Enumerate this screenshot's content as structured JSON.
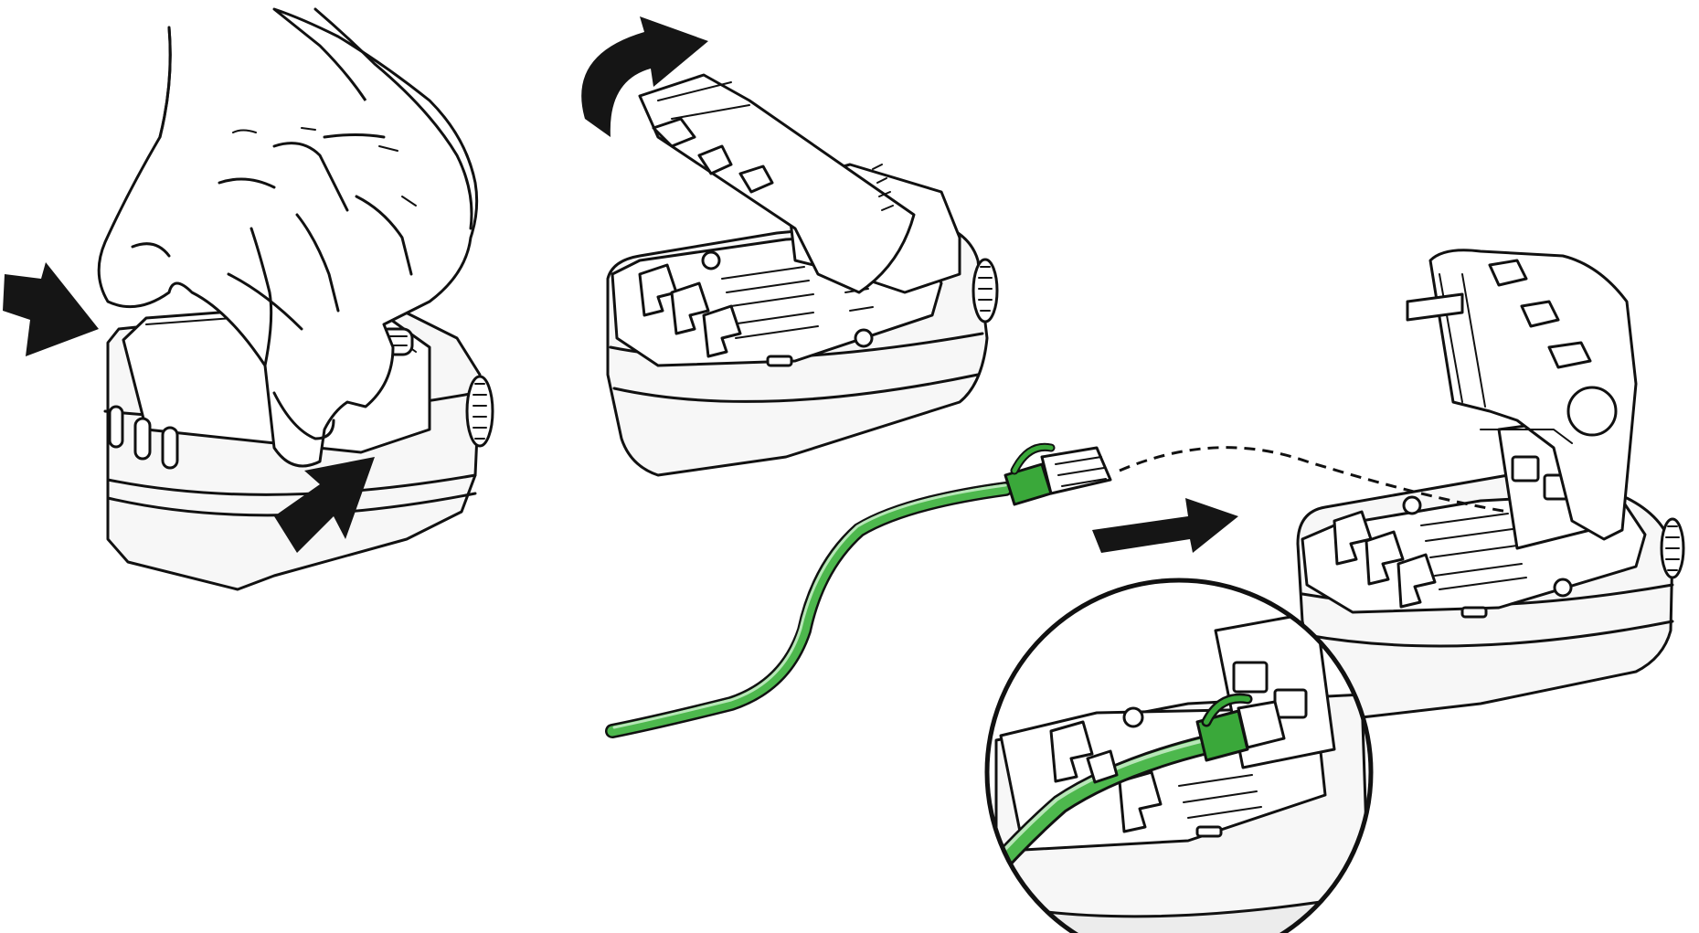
{
  "figure": {
    "steps": [
      {
        "name": "squeeze-side-buttons"
      },
      {
        "name": "lift-lid"
      },
      {
        "name": "insert-cable"
      }
    ]
  },
  "colors": {
    "ink": "#111111",
    "device_body": "#f7f7f7",
    "cable_green": "#4db84d",
    "cable_green_dark": "#2e8a2e",
    "connector_green": "#3aa83a",
    "arrow": "#151515",
    "background": "#ffffff"
  },
  "icons": [
    "hand",
    "curved-arrow",
    "straight-arrow",
    "magnifier-circle",
    "ethernet-connector",
    "dashed-path"
  ]
}
